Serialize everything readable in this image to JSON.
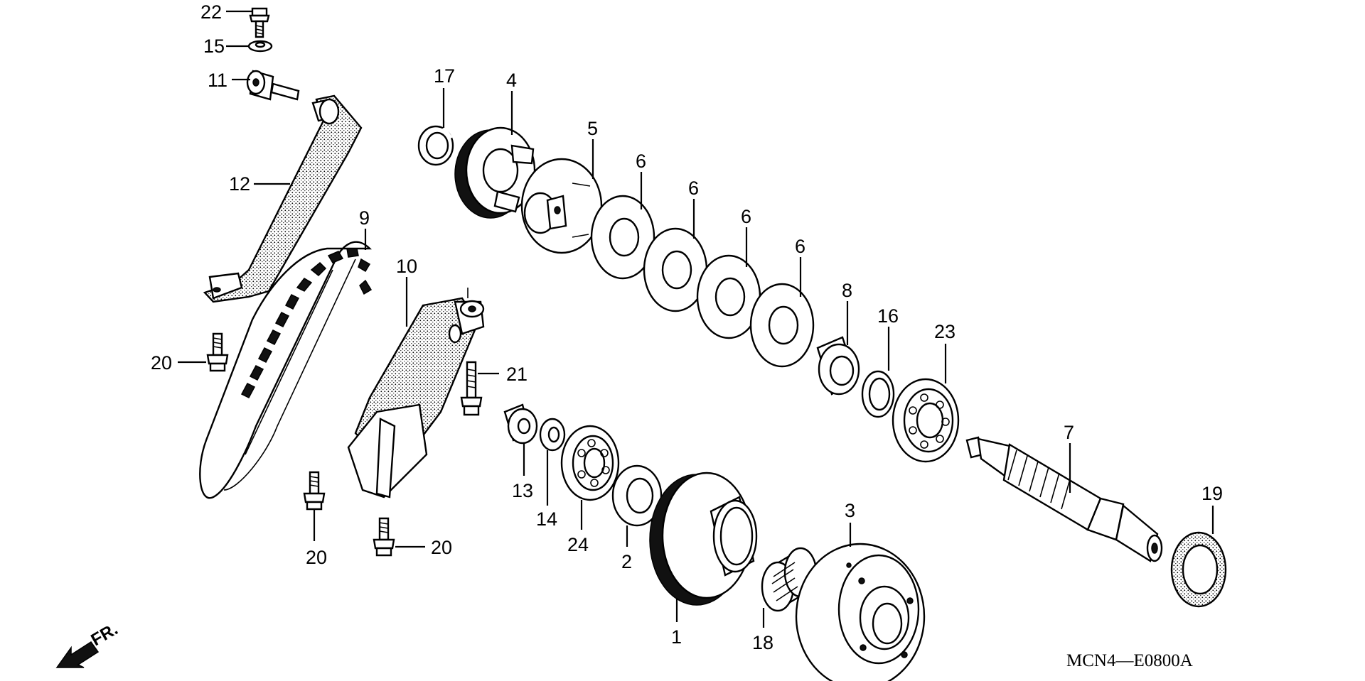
{
  "diagram_code": "MCN4—E0800A",
  "front_marker": "FR.",
  "callouts": {
    "c1": "1",
    "c2": "2",
    "c3": "3",
    "c4": "4",
    "c5": "5",
    "c6a": "6",
    "c6b": "6",
    "c6c": "6",
    "c6d": "6",
    "c7": "7",
    "c8": "8",
    "c9": "9",
    "c10": "10",
    "c11": "11",
    "c12": "12",
    "c13": "13",
    "c14": "14",
    "c15": "15",
    "c16": "16",
    "c17": "17",
    "c18": "18",
    "c19": "19",
    "c20a": "20",
    "c20b": "20",
    "c20c": "20",
    "c21": "21",
    "c22": "22",
    "c23": "23",
    "c24": "24"
  }
}
